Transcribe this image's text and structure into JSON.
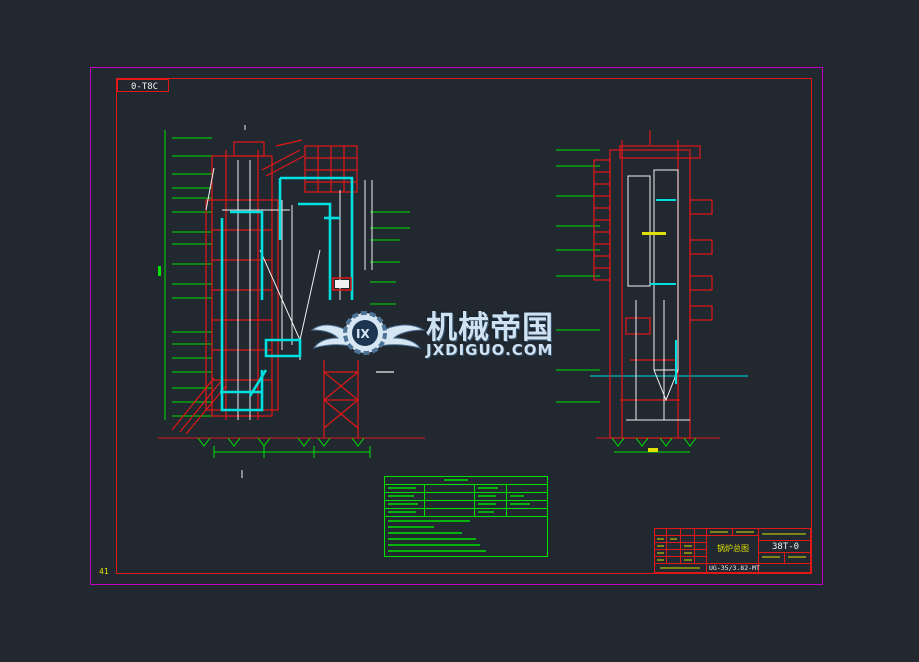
{
  "drawing": {
    "corner_tag": "0-T8C",
    "model_code": "UG-35/3.82-MT",
    "title_cn": "锅炉总图",
    "sheet_code": "38T-0",
    "layer_number": "41"
  },
  "watermark": {
    "site_name": "机械帝国",
    "site_url": "JXDIGUO.COM",
    "logo_letter": "IX"
  },
  "colors": {
    "background": "#212830",
    "border_magenta": "#c000c0",
    "frame_red": "#e01818",
    "cyan": "#00e0e0",
    "green": "#00e000",
    "white": "#f0f0f0",
    "yellow": "#e0e000"
  }
}
